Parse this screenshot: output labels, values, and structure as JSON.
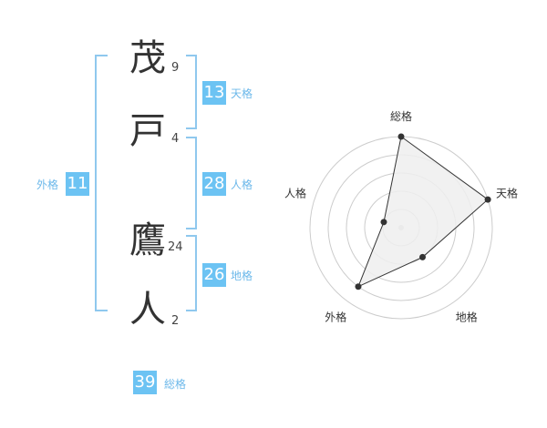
{
  "name": {
    "chars": [
      {
        "kanji": "茂",
        "strokes": "9"
      },
      {
        "kanji": "戸",
        "strokes": "4"
      },
      {
        "kanji": "鷹",
        "strokes": "24"
      },
      {
        "kanji": "人",
        "strokes": "2"
      }
    ]
  },
  "fortune": {
    "tenkaku": {
      "value": "13",
      "label": "天格"
    },
    "jinkaku": {
      "value": "28",
      "label": "人格"
    },
    "chikaku": {
      "value": "26",
      "label": "地格"
    },
    "gaikaku": {
      "value": "11",
      "label": "外格"
    },
    "soukaku": {
      "value": "39",
      "label": "総格"
    }
  },
  "chart_data": {
    "type": "radar",
    "axes": [
      "総格",
      "天格",
      "地格",
      "外格",
      "人格"
    ],
    "values": [
      5,
      5,
      2,
      4,
      1
    ],
    "rmax": 5,
    "grid": true,
    "colors": {
      "fill": "#eeeeee",
      "line": "#333333",
      "grid": "#cccccc",
      "point": "#333333"
    }
  }
}
